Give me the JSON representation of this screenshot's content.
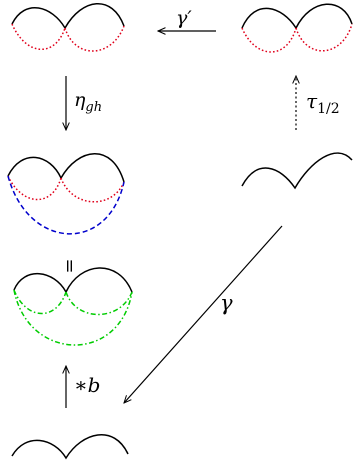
{
  "labels": {
    "gamma_prime": "γ′",
    "eta": "η",
    "eta_sub": "gh",
    "tau": "τ",
    "tau_sub": "1/2",
    "gamma": "γ",
    "star_b": "∗b",
    "equals": "="
  },
  "colors": {
    "solid": "#000000",
    "dotted": "#e0001b",
    "dashed": "#0000cc",
    "dashdot": "#00cc00"
  }
}
